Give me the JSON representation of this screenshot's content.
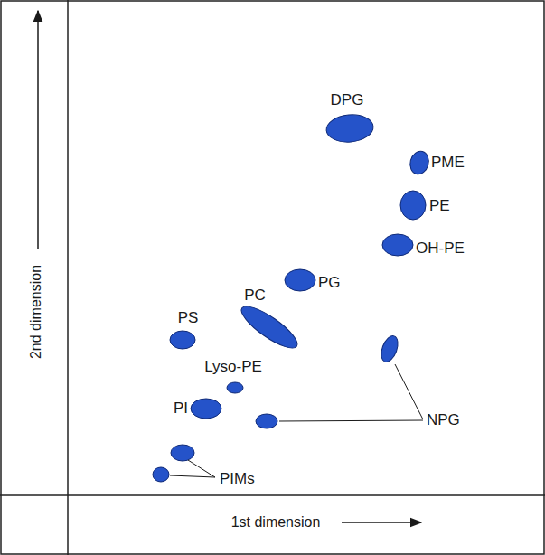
{
  "diagram": {
    "nodes": [
      {
        "text": [
          "DPG"
        ]
      },
      {
        "text": [
          "PME"
        ]
      },
      {
        "text": [
          "PE"
        ]
      },
      {
        "text": [
          "OH-PE"
        ]
      },
      {
        "text": [
          "PG"
        ]
      },
      {
        "text": [
          "PC"
        ]
      },
      {
        "text": [
          "PS"
        ]
      },
      {
        "text": [
          "Lyso-PE"
        ]
      },
      {
        "text": [
          "PI"
        ]
      }
    ],
    "labels": [
      "NPG",
      "PIMs",
      "1st dimension",
      "2nd dimension"
    ]
  }
}
